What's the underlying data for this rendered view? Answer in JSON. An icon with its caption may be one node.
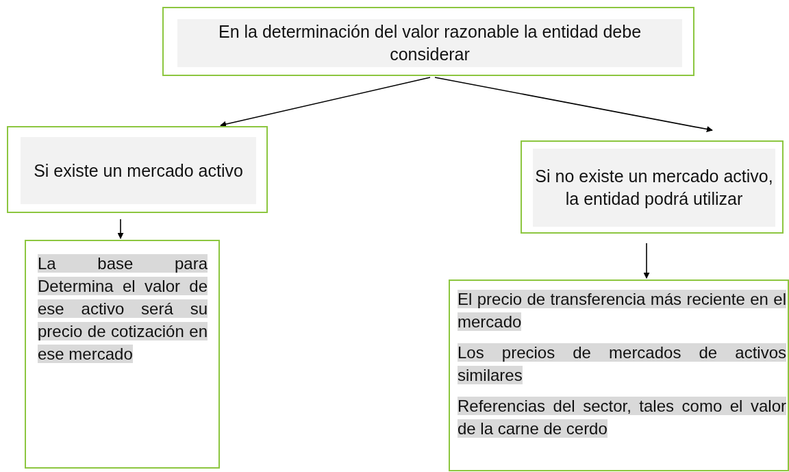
{
  "diagram": {
    "nodes": [
      {
        "text": [
          "En la determinación del valor razonable la entidad debe considerar"
        ]
      },
      {
        "text": [
          "Si existe un mercado activo"
        ]
      },
      {
        "text": [
          "Si no existe un mercado activo, la entidad podrá utilizar"
        ]
      },
      {
        "text": [
          "La base para Determina el valor de ese activo será su precio de cotización en ese mercado"
        ]
      },
      {
        "text": [
          "El precio de transferencia más reciente en el mercado",
          "Los precios de mercados de activos similares",
          "Referencias del sector, tales como el valor de la carne de cerdo"
        ]
      }
    ],
    "edges": [
      {
        "from": 0,
        "to": 1,
        "arrow": "to"
      },
      {
        "from": 0,
        "to": 2,
        "arrow": "to"
      },
      {
        "from": 1,
        "to": 3,
        "arrow": "to"
      },
      {
        "from": 2,
        "to": 4,
        "arrow": "to"
      }
    ]
  }
}
